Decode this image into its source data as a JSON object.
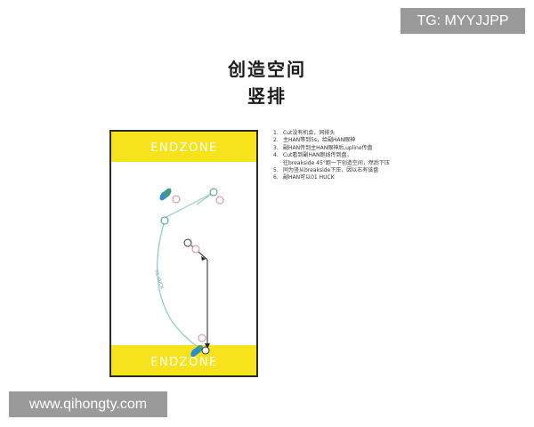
{
  "watermark_top": "TG: MYYJJPP",
  "watermark_bottom": "www.qihongty.com",
  "title_line1": "创造空间",
  "title_line2": "竖排",
  "field": {
    "endzone_top": "ENDZONE",
    "endzone_bottom": "ENDZONE",
    "path_label": "01 HUCK",
    "colors": {
      "endzone": "#f7e31b",
      "field_border": "#2a2a2a",
      "curve": "#8fcfc4",
      "defender": "#d98a8a",
      "offense_a": "#3f9a85",
      "offense_b": "#2a8fd0",
      "arrow": "#222222"
    }
  },
  "notes": [
    {
      "num": "1.",
      "text": "Cut没有机会，同排头"
    },
    {
      "num": "2.",
      "text": "主HAN等到5s，给副HAN眼神"
    },
    {
      "num": "3.",
      "text": "副HAN传到主HAN眼神后,upline传盘"
    },
    {
      "num": "4.",
      "text": "Cut看到副HAN跑线传到盘，",
      "cont": "往breakside 45°跑一下创造空间，然后下压"
    },
    {
      "num": "5.",
      "text": "同为竖从breakside下压，因以右有该盘"
    },
    {
      "num": "6.",
      "text": "副HAN可以01 HUCK"
    }
  ]
}
